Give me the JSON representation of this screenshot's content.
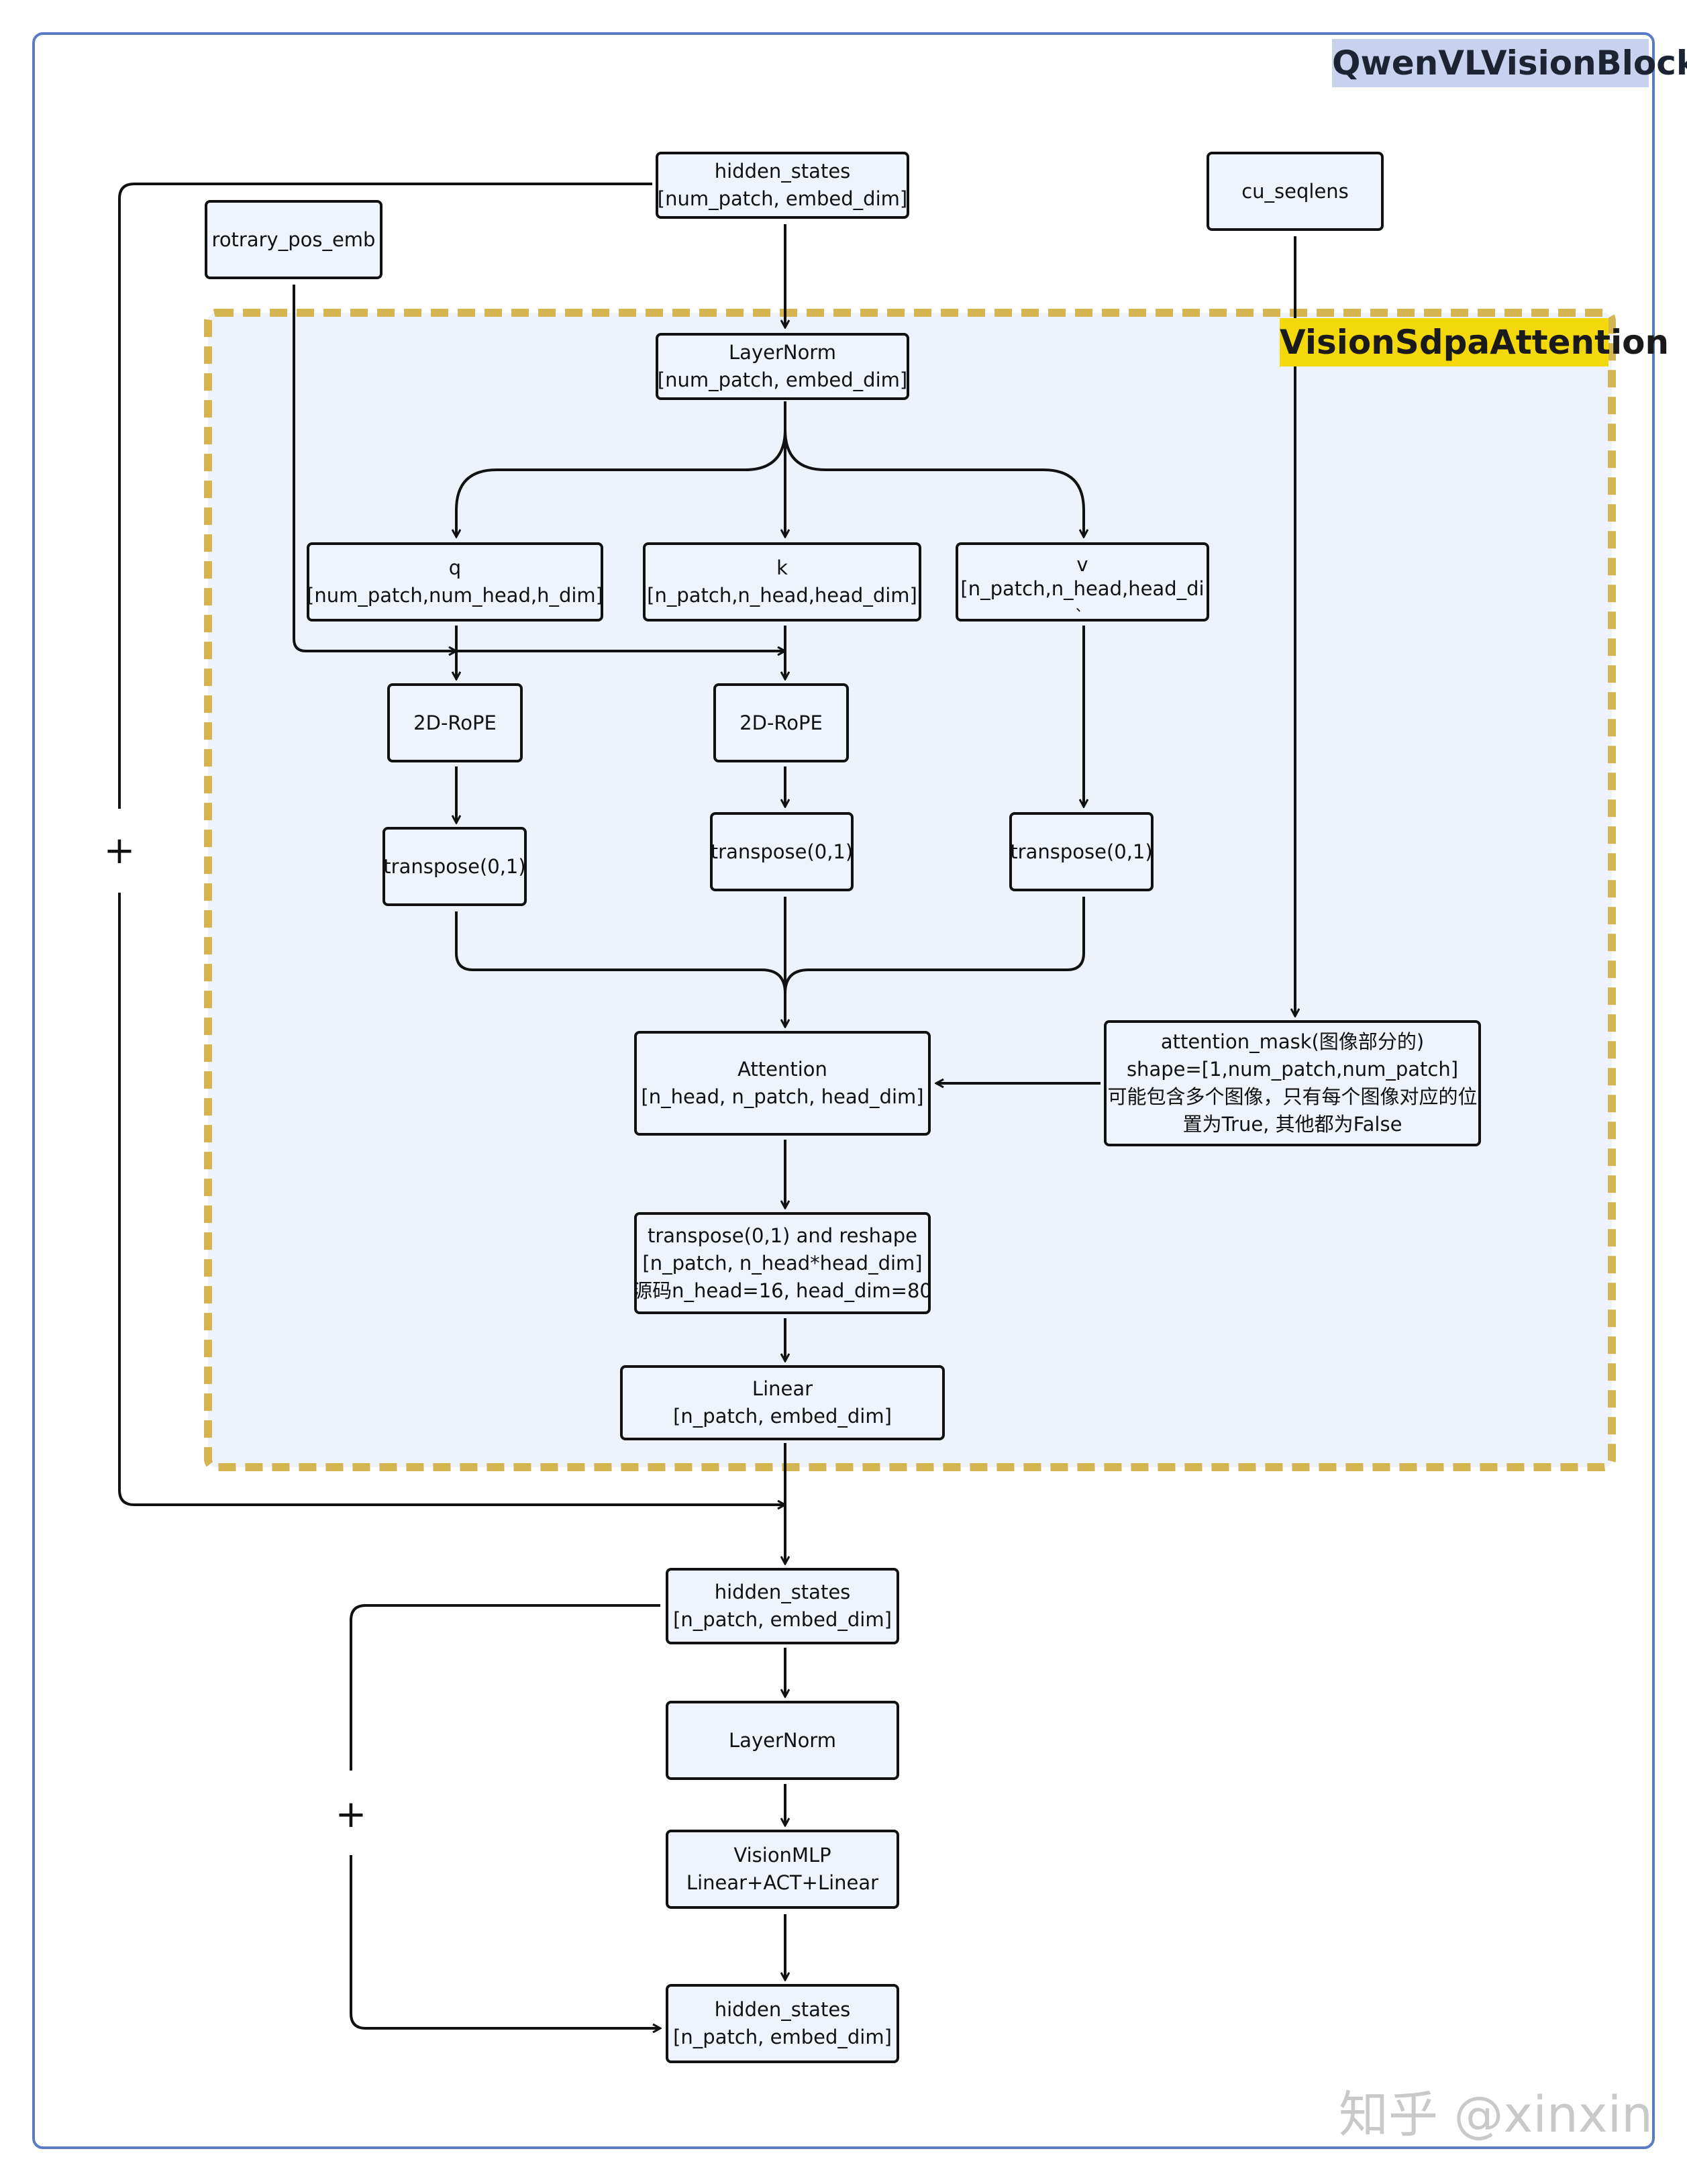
{
  "outer_title": "QwenVLVisionBlock",
  "inner_title": "VisionSdpaAttention",
  "nodes": {
    "hidden_states_in": [
      "hidden_states",
      "[num_patch, embed_dim]"
    ],
    "cu_seqlens": [
      "cu_seqlens"
    ],
    "rotary_pos_emb": [
      "rotrary_pos_emb"
    ],
    "layernorm_1": [
      "LayerNorm",
      "[num_patch, embed_dim]"
    ],
    "q": [
      "q",
      "[num_patch,num_head,h_dim]"
    ],
    "k": [
      "k",
      "[n_patch,n_head,head_dim]"
    ],
    "v": [
      "v",
      "[n_patch,n_head,head_di",
      "、"
    ],
    "rope_q": [
      "2D-RoPE"
    ],
    "rope_k": [
      "2D-RoPE"
    ],
    "transpose_q": [
      "transpose(0,1)"
    ],
    "transpose_k": [
      "transpose(0,1)"
    ],
    "transpose_v": [
      "transpose(0,1)"
    ],
    "attention_mask": [
      "attention_mask(图像部分的)",
      "shape=[1,num_patch,num_patch]",
      "可能包含多个图像，只有每个图像对应的位",
      "置为True, 其他都为False"
    ],
    "attention": [
      "Attention",
      "[n_head, n_patch, head_dim]"
    ],
    "transpose_reshape": [
      "transpose(0,1) and reshape",
      "[n_patch, n_head*head_dim]",
      "源码n_head=16, head_dim=80"
    ],
    "linear": [
      "Linear",
      "[n_patch, embed_dim]"
    ],
    "hidden_states_mid": [
      "hidden_states",
      "[n_patch, embed_dim]"
    ],
    "layernorm_2": [
      "LayerNorm"
    ],
    "vision_mlp": [
      "VisionMLP",
      "Linear+ACT+Linear"
    ],
    "hidden_states_out": [
      "hidden_states",
      "[n_patch, embed_dim]"
    ]
  },
  "residual_labels": {
    "upper": "+",
    "lower": "+"
  },
  "watermark": "知乎 @xinxin",
  "colors": {
    "node_fill": "#eef3fc",
    "inner_fill": "#edf2fb",
    "inner_border": "#d4b552",
    "outer_border": "#5b7cc4"
  }
}
